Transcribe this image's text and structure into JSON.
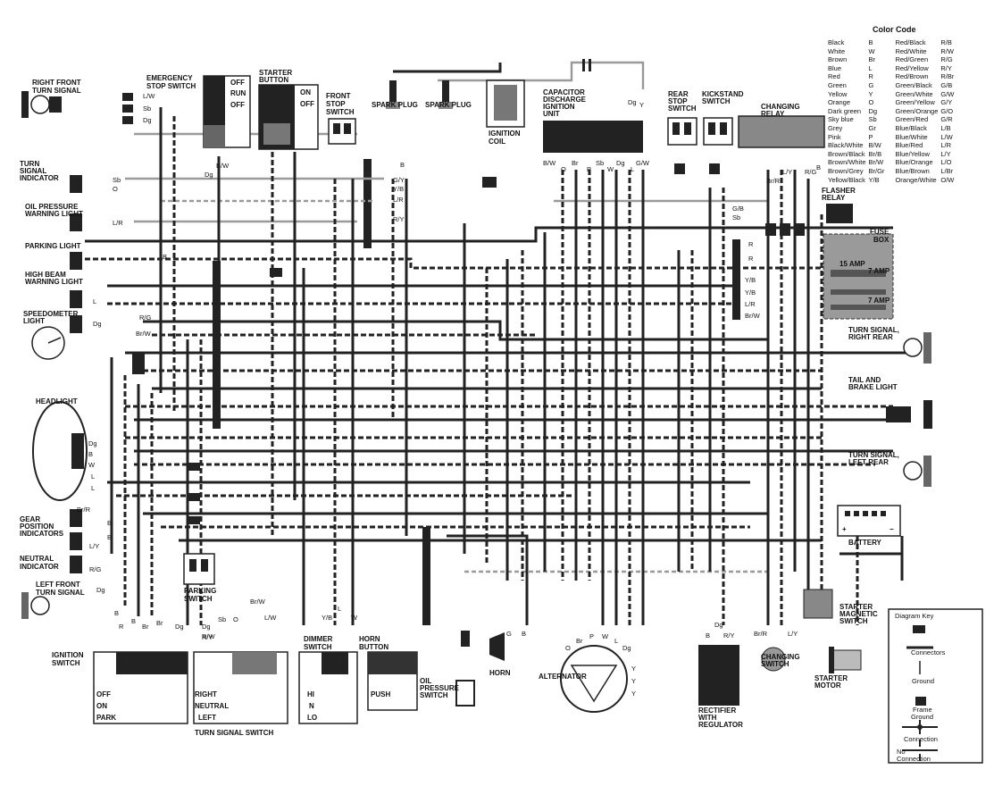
{
  "color_code": {
    "title": "Color Code",
    "left": [
      {
        "name": "Black",
        "abbr": "B"
      },
      {
        "name": "White",
        "abbr": "W"
      },
      {
        "name": "Brown",
        "abbr": "Br"
      },
      {
        "name": "Blue",
        "abbr": "L"
      },
      {
        "name": "Red",
        "abbr": "R"
      },
      {
        "name": "Green",
        "abbr": "G"
      },
      {
        "name": "Yellow",
        "abbr": "Y"
      },
      {
        "name": "Orange",
        "abbr": "O"
      },
      {
        "name": "Dark green",
        "abbr": "Dg"
      },
      {
        "name": "Sky blue",
        "abbr": "Sb"
      },
      {
        "name": "Grey",
        "abbr": "Gr"
      },
      {
        "name": "Pink",
        "abbr": "P"
      },
      {
        "name": "Black/White",
        "abbr": "B/W"
      },
      {
        "name": "Brown/Black",
        "abbr": "Br/B"
      },
      {
        "name": "Brown/White",
        "abbr": "Br/W"
      },
      {
        "name": "Brown/Grey",
        "abbr": "Br/Gr"
      },
      {
        "name": "Yellow/Black",
        "abbr": "Y/B"
      }
    ],
    "right": [
      {
        "name": "Red/Black",
        "abbr": "R/B"
      },
      {
        "name": "Red/White",
        "abbr": "R/W"
      },
      {
        "name": "Red/Green",
        "abbr": "R/G"
      },
      {
        "name": "Red/Yellow",
        "abbr": "R/Y"
      },
      {
        "name": "Red/Brown",
        "abbr": "R/Br"
      },
      {
        "name": "Green/Black",
        "abbr": "G/B"
      },
      {
        "name": "Green/White",
        "abbr": "G/W"
      },
      {
        "name": "Green/Yellow",
        "abbr": "G/Y"
      },
      {
        "name": "Green/Orange",
        "abbr": "G/O"
      },
      {
        "name": "Green/Red",
        "abbr": "G/R"
      },
      {
        "name": "Blue/Black",
        "abbr": "L/B"
      },
      {
        "name": "Blue/White",
        "abbr": "L/W"
      },
      {
        "name": "Blue/Red",
        "abbr": "L/R"
      },
      {
        "name": "Blue/Yellow",
        "abbr": "L/Y"
      },
      {
        "name": "Blue/Orange",
        "abbr": "L/O"
      },
      {
        "name": "Blue/Brown",
        "abbr": "L/Br"
      },
      {
        "name": "Orange/White",
        "abbr": "O/W"
      }
    ]
  },
  "components": {
    "right_front_turn": [
      "RIGHT FRONT",
      "TURN SIGNAL"
    ],
    "emergency_stop": [
      "EMERGENCY",
      "STOP SWITCH"
    ],
    "emergency_states": [
      "OFF",
      "RUN",
      "OFF"
    ],
    "starter_button": [
      "STARTER",
      "BUTTON"
    ],
    "starter_states": [
      "ON",
      "OFF"
    ],
    "front_stop": [
      "FRONT",
      "STOP",
      "SWITCH"
    ],
    "spark_plug_1": "SPARK PLUG",
    "spark_plug_2": "SPARK PLUG",
    "ignition_coil": [
      "IGNITION",
      "COIL"
    ],
    "cdi": [
      "CAPACITOR",
      "DISCHARGE",
      "IGNITION",
      "UNIT"
    ],
    "rear_stop": [
      "REAR",
      "STOP",
      "SWITCH"
    ],
    "kickstand": [
      "KICKSTAND",
      "SWITCH"
    ],
    "changing_relay": [
      "CHANGING",
      "RELAY"
    ],
    "turn_indicator": [
      "TURN",
      "SIGNAL",
      "INDICATOR"
    ],
    "oil_warning": [
      "OIL PRESSURE",
      "WARNING LIGHT"
    ],
    "parking_light": "PARKING LIGHT",
    "high_beam": [
      "HIGH BEAM",
      "WARNING LIGHT"
    ],
    "speedometer": [
      "SPEEDOMETER",
      "LIGHT"
    ],
    "flasher": [
      "FLASHER",
      "RELAY"
    ],
    "fuse_box": [
      "FUSE",
      "BOX"
    ],
    "fuse_15": "15 AMP",
    "fuse_7a": "7 AMP",
    "fuse_7b": "7 AMP",
    "turn_right_rear": [
      "TURN SIGNAL,",
      "RIGHT REAR"
    ],
    "tail_brake": [
      "TAIL AND",
      "BRAKE LIGHT"
    ],
    "turn_left_rear": [
      "TURN SIGNAL,",
      "LEFT REAR"
    ],
    "headlight": "HEADLIGHT",
    "battery": "BATTERY",
    "battery_plus": "+",
    "battery_minus": "−",
    "gear_position": [
      "GEAR",
      "POSITION",
      "INDICATORS"
    ],
    "neutral": [
      "NEUTRAL",
      "INDICATOR"
    ],
    "left_front_turn": [
      "LEFT FRONT",
      "TURN SIGNAL"
    ],
    "parking_switch": [
      "PARKING",
      "SWITCH"
    ],
    "starter_magnetic": [
      "STARTER",
      "MAGNETIC",
      "SWITCH"
    ],
    "ignition_switch": [
      "IGNITION",
      "SWITCH"
    ],
    "ignition_states": [
      "OFF",
      "ON",
      "PARK"
    ],
    "turn_states": [
      "RIGHT",
      "NEUTRAL",
      "LEFT"
    ],
    "turn_signal_switch": "TURN SIGNAL SWITCH",
    "dimmer": [
      "DIMMER",
      "SWITCH"
    ],
    "dimmer_states": [
      "HI",
      "N",
      "LO"
    ],
    "horn_button": [
      "HORN",
      "BUTTON"
    ],
    "push": "PUSH",
    "oil_pressure_sw": [
      "OIL",
      "PRESSURE",
      "SWITCH"
    ],
    "horn": "HORN",
    "alternator": "ALTERNATOR",
    "rectifier": [
      "RECTIFIER",
      "WITH",
      "REGULATOR"
    ],
    "changing_switch": [
      "CHANGING",
      "SWITCH"
    ],
    "starter_motor": [
      "STARTER",
      "MOTOR"
    ]
  },
  "key": {
    "title": "Diagram Key",
    "connectors": "Connectors",
    "ground": "Ground",
    "frame_ground": [
      "Frame",
      "Ground"
    ],
    "connection": "Connection",
    "no_connection": [
      "No",
      "Connection"
    ]
  },
  "wire_labels": {
    "rf": [
      "L/W",
      "Sb",
      "Dg"
    ],
    "em": "Dg",
    "bw1": "B/W",
    "b_top": "B",
    "gy": "G/Y",
    "yb": "Y/B",
    "lr": "L/R",
    "ry": "R/Y",
    "ind_sb": "Sb",
    "ind_o": "O",
    "oil_lr": "L/R",
    "park_b": "B",
    "hb_l": "L",
    "sp_dg": "Dg",
    "sp_rg": "R/G",
    "sp_brw": "Br/W",
    "cdi_pins": [
      "B/W",
      "O",
      "Br",
      "P",
      "Sb",
      "W",
      "Dg",
      "L",
      "G/W"
    ],
    "cdi_top": [
      "Dg",
      "Y"
    ],
    "relay_pins": [
      "Br/R",
      "L/Y",
      "R/G",
      "B"
    ],
    "gb": "G/B",
    "sb2": "Sb",
    "fuse_r1": "R",
    "fuse_r2": "R",
    "fuse_yb1": "Y/B",
    "fuse_yb2": "Y/B",
    "fuse_lr": "L/R",
    "fuse_brw": "Br/W",
    "head": [
      "Dg",
      "B",
      "W",
      "L",
      "L"
    ],
    "gear": [
      "Br/R",
      "L/Y",
      "R/G"
    ],
    "gear_b": [
      "B",
      "B"
    ],
    "lf_dg": "Dg",
    "lf_b": "B",
    "ign_pins": [
      "R",
      "B",
      "Br"
    ],
    "ign_rw": "R/W",
    "ign_br": "Br",
    "ign_dg": "Dg",
    "ts_top": [
      "Dg",
      "Sb",
      "O"
    ],
    "ts_ry": "R/Y",
    "park_brw": "Br/W",
    "ts_lw": "L/W",
    "dim_yb": "Y/B",
    "dim_l": "L",
    "dim_w": "W",
    "horn_g": "G",
    "horn_b": "B",
    "alt": [
      "O",
      "Br",
      "P",
      "W",
      "L",
      "Dg"
    ],
    "alt_y": [
      "Y",
      "Y",
      "Y"
    ],
    "rect": [
      "B",
      "R/Y"
    ],
    "rect_dg": "Dg",
    "chg": [
      "Br/R",
      "L/Y"
    ]
  }
}
